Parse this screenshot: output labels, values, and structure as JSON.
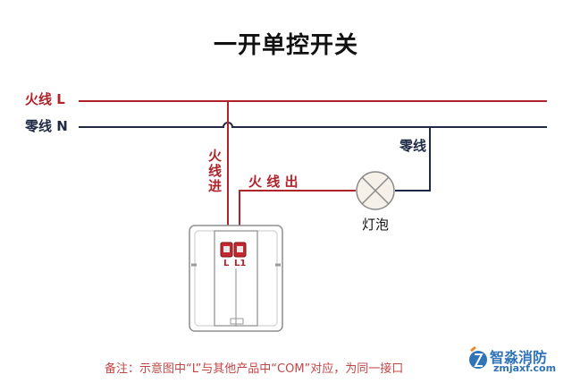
{
  "title": "一开单控开关",
  "lines": {
    "live_label": "火线 L",
    "neutral_label": "零线 N"
  },
  "wires": {
    "neutral_drop_label": "零线",
    "live_in_label": "火线进",
    "live_out_label": "火 线 出"
  },
  "bulb": {
    "label": "灯泡"
  },
  "switch": {
    "terminal_l": "L",
    "terminal_l1": "L1"
  },
  "note": "备注：示意图中“L”与其他产品中“COM”对应，为同一接口",
  "watermark": {
    "name": "智淼消防",
    "site": "zmjaxf.com"
  },
  "colors": {
    "live": "#b0232b",
    "neutral": "#1f2a44",
    "note": "#c24545",
    "brand": "#2f73b8"
  }
}
